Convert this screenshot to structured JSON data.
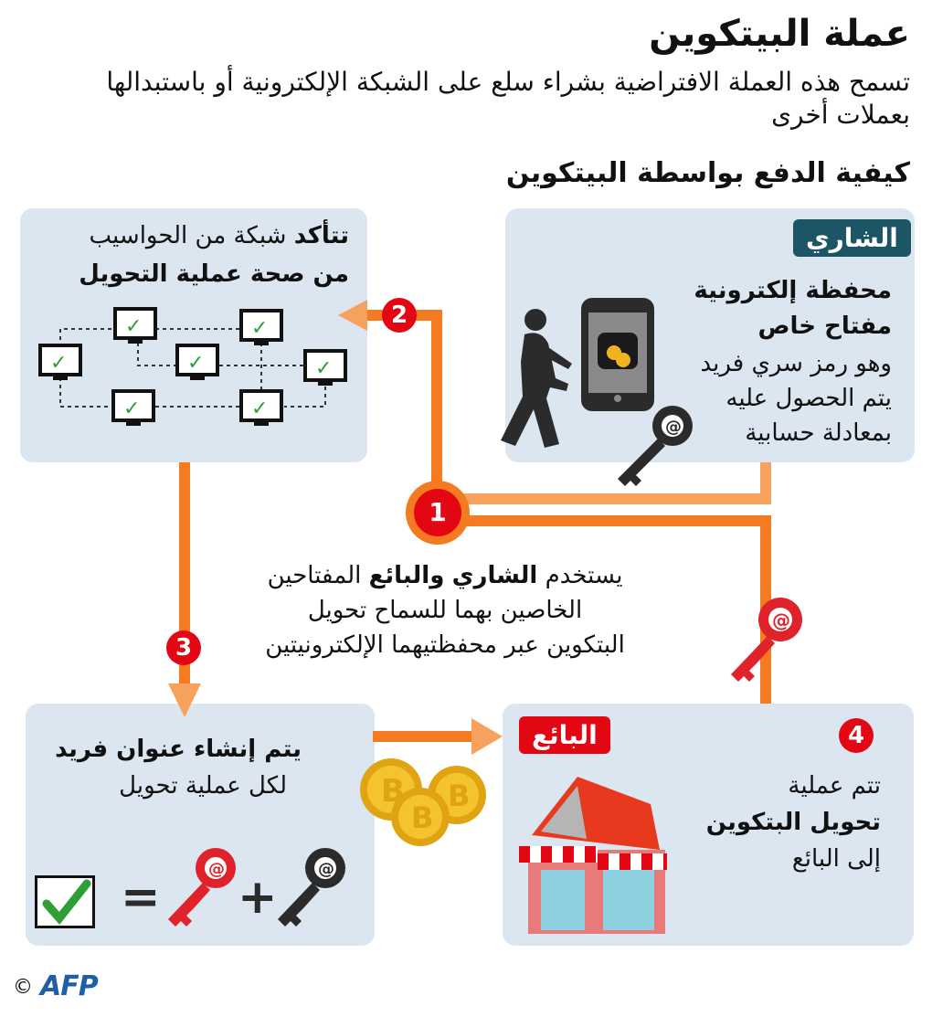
{
  "header": {
    "title": "عملة البيتكوين",
    "subtitle": "تسمح هذه العملة الافتراضية بشراء سلع على الشبكة الإلكترونية أو باستبدالها بعملات أخرى",
    "howto": "كيفية الدفع بواسطة البيتكوين"
  },
  "buyer": {
    "tag": "الشاري",
    "wallet": "محفظة إلكترونية",
    "private_key": "مفتاح خاص",
    "desc_line1": "وهو رمز سري فريد",
    "desc_line2": "يتم الحصول عليه",
    "desc_line3": "بمعادلة حسابية"
  },
  "network": {
    "line1_normal": "شبكة من الحواسيب",
    "line1_bold": "تتأكد",
    "line2": "من صحة عملية التحويل"
  },
  "step1": {
    "number": "1",
    "w1": "يستخدم",
    "w2": "الشاري",
    "w3": "والبائع",
    "w4": "المفتاحين",
    "line2": "الخاصين بهما للسماح تحويل",
    "line3": "البتكوين عبر محفظتيهما الإلكترونيتين"
  },
  "step2": {
    "number": "2"
  },
  "step3": {
    "number": "3"
  },
  "address": {
    "line1": "يتم إنشاء عنوان فريد",
    "line2": "لكل عملية تحويل",
    "equals": "=",
    "plus": "+"
  },
  "seller": {
    "tag": "البائع",
    "number": "4",
    "line1": "تتم عملية",
    "line2": "تحويل البتكوين",
    "line3": "إلى البائع"
  },
  "footer": {
    "copyright": "©",
    "agency": "AFP"
  },
  "colors": {
    "panel": "#dce6f0",
    "orange": "#f47b20",
    "light_orange": "#f6a25c",
    "red": "#e30613",
    "buyer_tag": "#1c5566",
    "key_dark": "#2b2b2b",
    "key_red": "#e0222b",
    "check_green": "#2e9e35"
  }
}
